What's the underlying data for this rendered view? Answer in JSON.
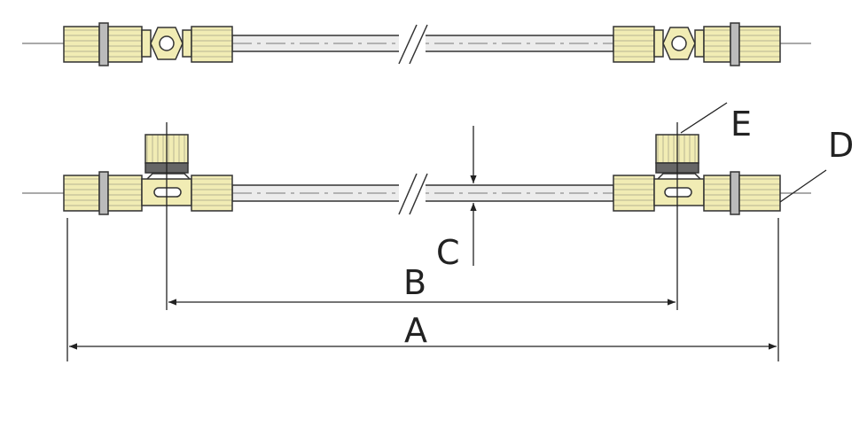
{
  "labels": {
    "a": "A",
    "b": "B",
    "c": "C",
    "d": "D",
    "e": "E"
  },
  "colors": {
    "fitting": "#f1ecb4",
    "fitting_stripe": "#d4d0a3",
    "outline": "#333333",
    "tube": "#ececec",
    "clamp_band": "#666666",
    "background": "#ffffff"
  }
}
